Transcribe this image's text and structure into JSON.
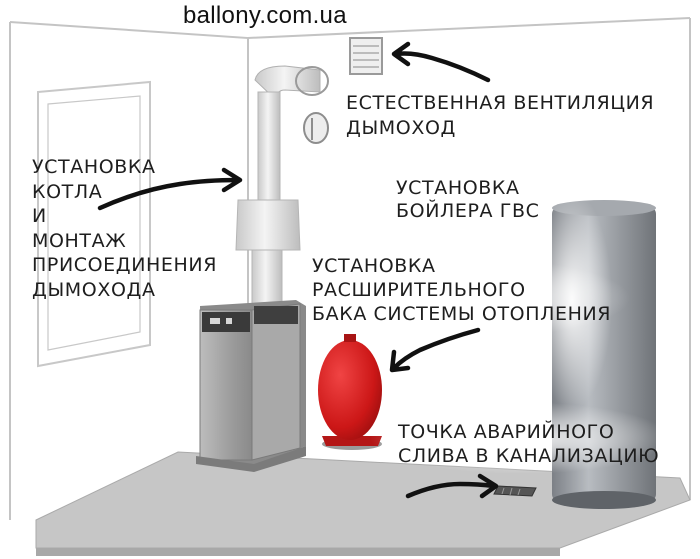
{
  "watermark": "ballony.com.ua",
  "labels": {
    "ventilation": "ЕСТЕСТВЕННАЯ ВЕНТИЛЯЦИЯ",
    "chimney": "ДЫМОХОД",
    "boiler_install": [
      "УСТАНОВКА",
      "КОТЛА",
      "И",
      "МОНТАЖ",
      "ПРИСОЕДИНЕНИЯ",
      "ДЫМОХОДА"
    ],
    "water_heater": [
      "УСТАНОВКА",
      "БОЙЛЕРА ГВС"
    ],
    "expansion_tank": [
      "УСТАНОВКА",
      "РАСШИРИТЕЛЬНОГО",
      "БАКА СИСТЕМЫ ОТОПЛЕНИЯ"
    ],
    "drain_point": [
      "ТОЧКА АВАРИЙНОГО",
      "СЛИВА В КАНАЛИЗАЦИЮ"
    ]
  },
  "colors": {
    "tank": "#d91c1c",
    "boiler_body": "#9a9a9a",
    "water_heater": "#8c9096",
    "floor": "#c6c6c6",
    "wall_line": "#bdbdbd"
  }
}
